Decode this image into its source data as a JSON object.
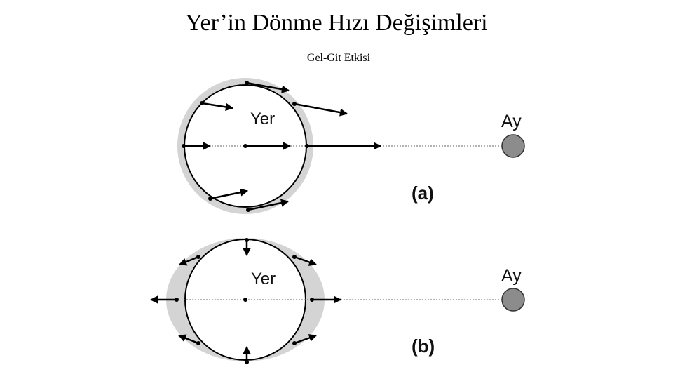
{
  "title": "Yer’in Dönme Hızı Değişimleri",
  "subtitle": "Gel-Git Etkisi",
  "panel_a": {
    "earth_label": "Yer",
    "moon_label": "Ay",
    "panel_label": "(a)"
  },
  "panel_b": {
    "earth_label": "Yer",
    "moon_label": "Ay",
    "panel_label": "(b)"
  },
  "colors": {
    "ocean_bulge": "#d4d4d4",
    "moon_fill": "#8c8c8c",
    "earth_outline": "#000000",
    "arrow": "#000000"
  }
}
